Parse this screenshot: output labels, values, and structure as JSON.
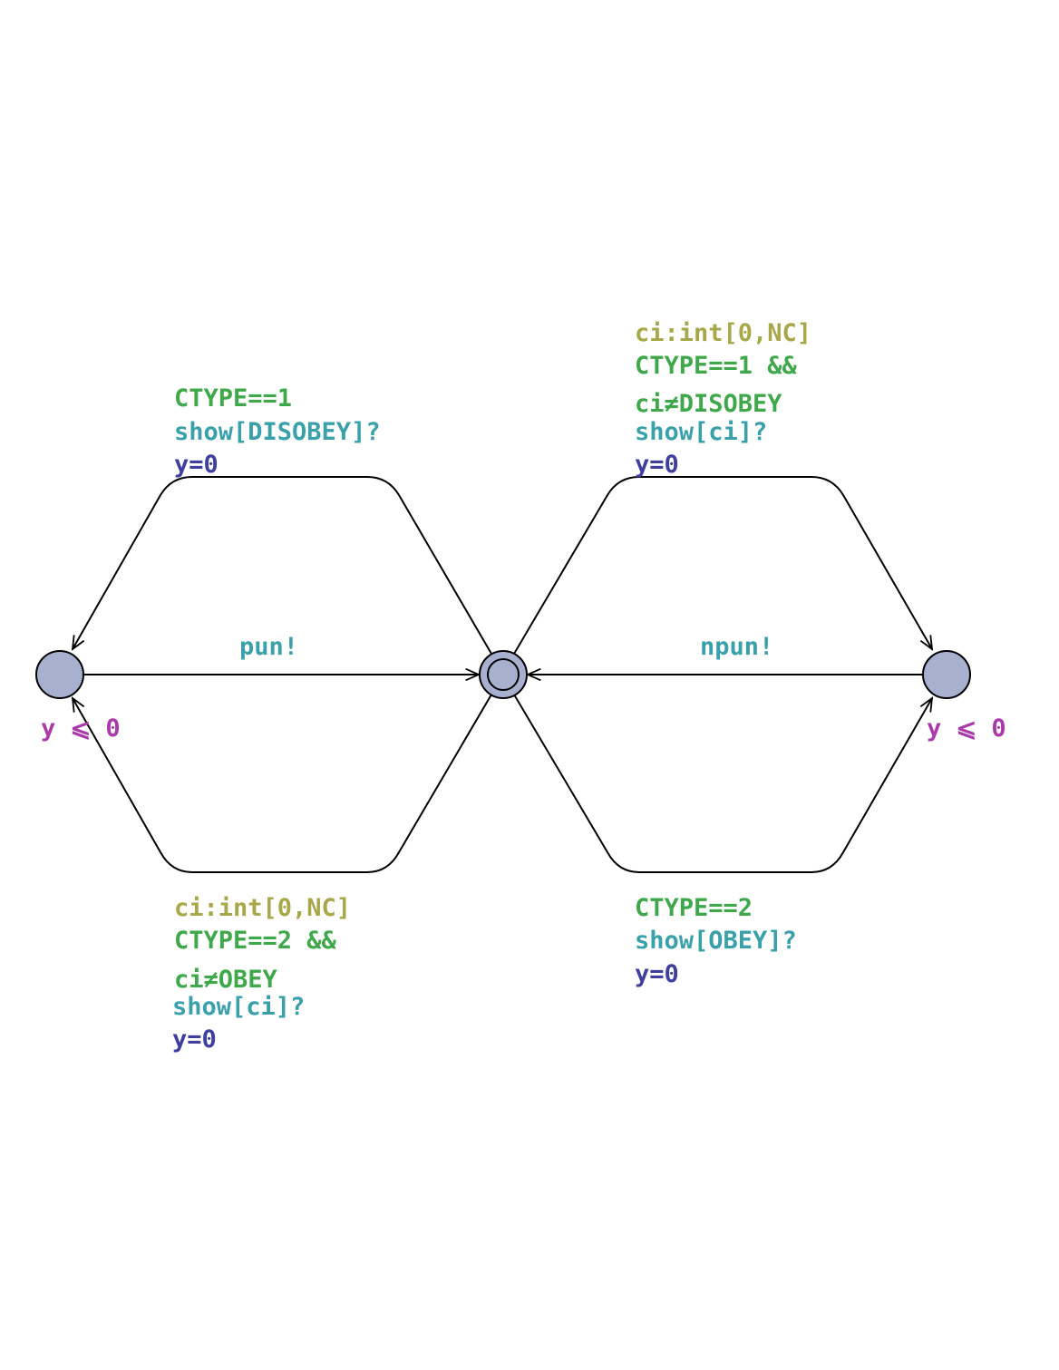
{
  "colors": {
    "location_fill": "#a8b0d0",
    "select": "#a8a84a",
    "guard": "#3fa84a",
    "sync": "#3aa0aa",
    "assignment": "#3f3fa0",
    "invariant": "#aa3aaa"
  },
  "locations": {
    "left": {
      "invariant": "y ⩽ 0"
    },
    "center": {
      "initial": true
    },
    "right": {
      "invariant": "y ⩽ 0"
    }
  },
  "edges": {
    "upper_left": {
      "guard": "CTYPE==1",
      "sync": "show[DISOBEY]?",
      "assign": "y=0"
    },
    "upper_right": {
      "select": "ci:int[0,NC]",
      "guard_line1": "CTYPE==1 &&",
      "guard_line2": "ci≠DISOBEY",
      "sync": "show[ci]?",
      "assign": "y=0"
    },
    "lower_left": {
      "select": "ci:int[0,NC]",
      "guard_line1": "CTYPE==2 &&",
      "guard_line2": "ci≠OBEY",
      "sync": "show[ci]?",
      "assign": "y=0"
    },
    "lower_right": {
      "guard": "CTYPE==2",
      "sync": "show[OBEY]?",
      "assign": "y=0"
    },
    "left_to_center": {
      "sync": "pun!"
    },
    "right_to_center": {
      "sync": "npun!"
    }
  }
}
